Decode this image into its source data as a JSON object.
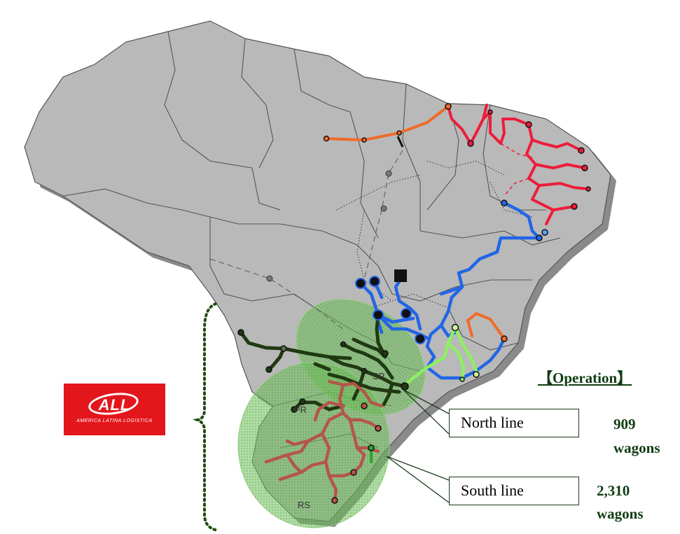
{
  "logo": {
    "name": "ALL",
    "subtitle": "AMERICA LATINA LOGISTICA",
    "color": "#e3161c"
  },
  "operation": {
    "title": "【Operation】",
    "lines": [
      {
        "name": "North line",
        "count": "909",
        "unit": "wagons"
      },
      {
        "name": "South line",
        "count": "2,310",
        "unit": "wagons"
      }
    ]
  },
  "state_labels": {
    "sp": "SP",
    "pr": "PR",
    "rs": "RS"
  },
  "colors": {
    "land": "#b9b9b9",
    "shadow": "#8a8a8a",
    "highlight": "#6fbf5a",
    "north_network": "#1f3a12",
    "south_network": "#b5554a",
    "northeast_network": "#ee1c3a",
    "east_network": "#2265e6",
    "central_network": "#8cf060",
    "orange_lines": "#f06a28",
    "brace": "#1f4d12"
  }
}
